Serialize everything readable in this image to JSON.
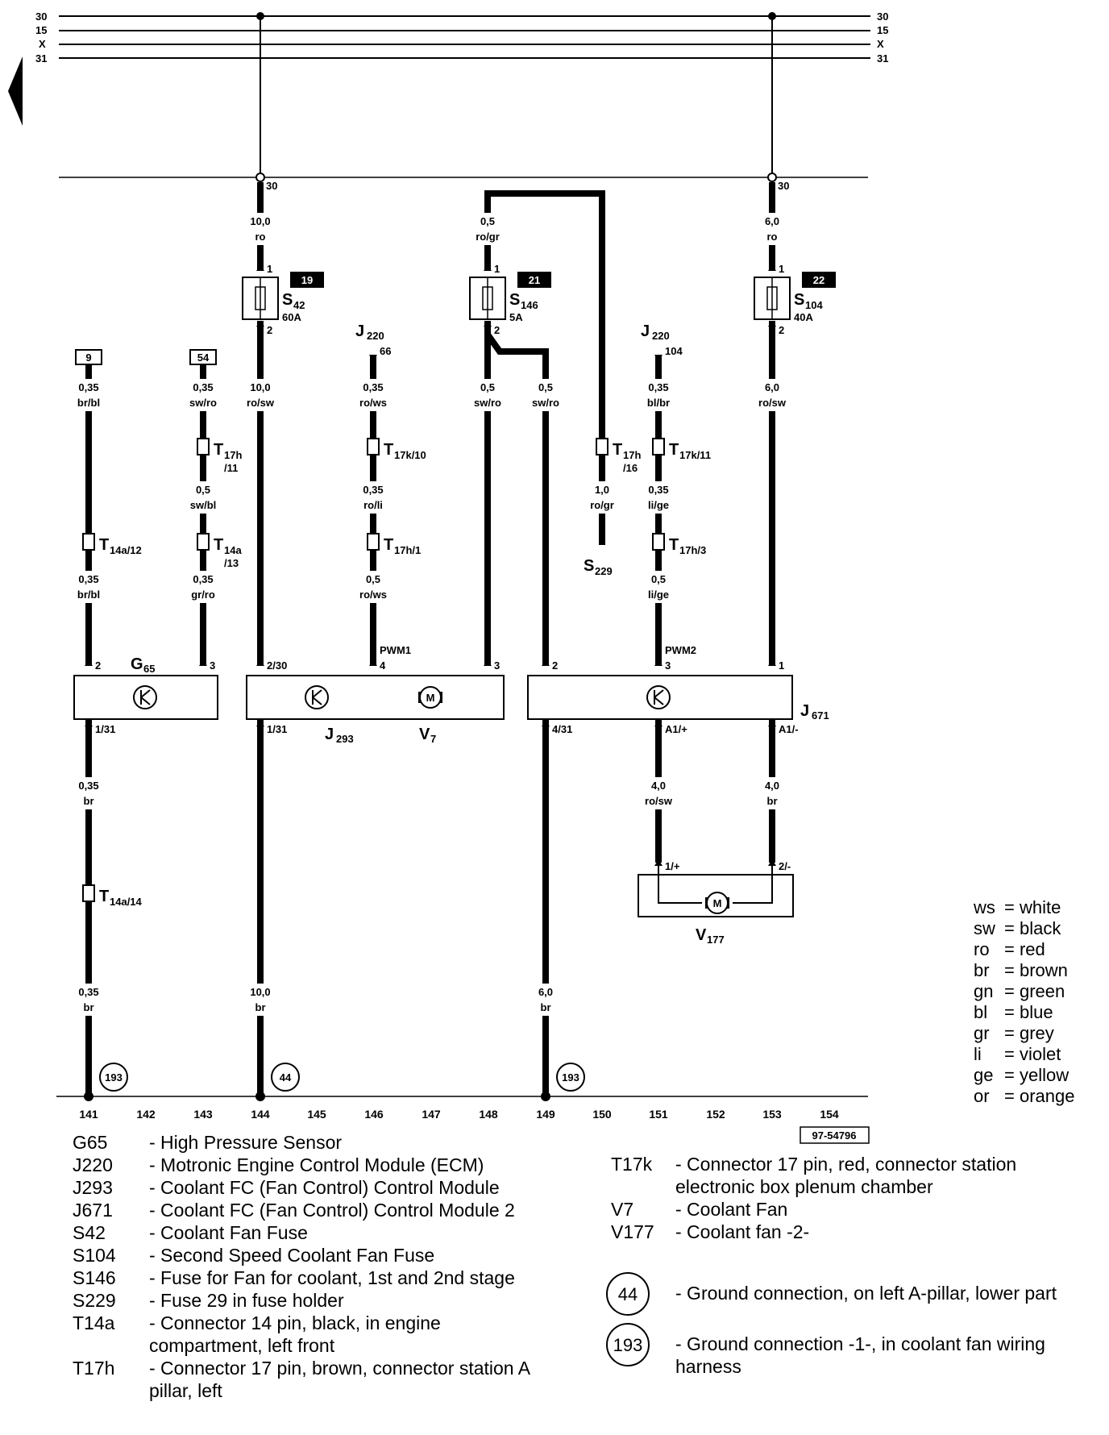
{
  "bus": {
    "left": [
      "30",
      "15",
      "X",
      "31"
    ],
    "right": [
      "30",
      "15",
      "X",
      "31"
    ],
    "terminal30": "30"
  },
  "fuses": [
    {
      "num": "19",
      "name": "S",
      "sub": "42",
      "rating": "60A",
      "pin_in": "1",
      "pin_out": "2"
    },
    {
      "num": "21",
      "name": "S",
      "sub": "146",
      "rating": "5A",
      "pin_in": "1",
      "pin_out": "2"
    },
    {
      "num": "22",
      "name": "S",
      "sub": "104",
      "rating": "40A",
      "pin_in": "1",
      "pin_out": "2"
    }
  ],
  "ref_boxes": [
    "9",
    "54"
  ],
  "j220": [
    {
      "name": "J",
      "sub": "220",
      "pin": "66"
    },
    {
      "name": "J",
      "sub": "220",
      "pin": "104"
    }
  ],
  "wires": [
    {
      "size": "10,0",
      "color": "ro"
    },
    {
      "size": "0,5",
      "color": "ro/gr"
    },
    {
      "size": "6,0",
      "color": "ro"
    },
    {
      "size": "0,35",
      "color": "br/bl"
    },
    {
      "size": "0,35",
      "color": "sw/ro"
    },
    {
      "size": "10,0",
      "color": "ro/sw"
    },
    {
      "size": "0,35",
      "color": "ro/ws"
    },
    {
      "size": "0,5",
      "color": "sw/ro"
    },
    {
      "size": "0,5",
      "color": "sw/ro"
    },
    {
      "size": "0,35",
      "color": "bl/br"
    },
    {
      "size": "6,0",
      "color": "ro/sw"
    },
    {
      "size": "0,5",
      "color": "sw/bl"
    },
    {
      "size": "0,35",
      "color": "ro/li"
    },
    {
      "size": "1,0",
      "color": "ro/gr"
    },
    {
      "size": "0,35",
      "color": "li/ge"
    },
    {
      "size": "0,35",
      "color": "br/bl"
    },
    {
      "size": "0,35",
      "color": "gr/ro"
    },
    {
      "size": "0,5",
      "color": "ro/ws"
    },
    {
      "size": "0,5",
      "color": "li/ge"
    },
    {
      "size": "0,35",
      "color": "br"
    },
    {
      "size": "4,0",
      "color": "ro/sw"
    },
    {
      "size": "4,0",
      "color": "br"
    },
    {
      "size": "0,35",
      "color": "br"
    },
    {
      "size": "10,0",
      "color": "br"
    },
    {
      "size": "6,0",
      "color": "br"
    }
  ],
  "connectors": [
    {
      "name": "T",
      "sub": "17h",
      "extra": "/11"
    },
    {
      "name": "T",
      "sub": "17k/10",
      "extra": ""
    },
    {
      "name": "T",
      "sub": "17h",
      "extra": "/16"
    },
    {
      "name": "T",
      "sub": "17k/11",
      "extra": ""
    },
    {
      "name": "T",
      "sub": "14a/12",
      "extra": ""
    },
    {
      "name": "T",
      "sub": "14a",
      "extra": "/13"
    },
    {
      "name": "T",
      "sub": "17h/1",
      "extra": ""
    },
    {
      "name": "T",
      "sub": "17h/3",
      "extra": ""
    },
    {
      "name": "T",
      "sub": "14a/14",
      "extra": ""
    }
  ],
  "splice": {
    "name": "S",
    "sub": "229"
  },
  "modules": {
    "g65": {
      "name": "G",
      "sub": "65"
    },
    "j293": {
      "name": "J",
      "sub": "293"
    },
    "v7": {
      "name": "V",
      "sub": "7"
    },
    "j671": {
      "name": "J",
      "sub": "671"
    },
    "v177": {
      "name": "V",
      "sub": "177"
    }
  },
  "pins": {
    "g65_in2": "2",
    "g65_in3": "3",
    "j293_in": "2/30",
    "j293_in4": "4",
    "j293_in3": "3",
    "pwm1": "PWM1",
    "j671_in2": "2",
    "j671_in3": "3",
    "j671_in1": "1",
    "pwm2": "PWM2",
    "g65_out": "1/31",
    "j293_out": "1/31",
    "j671_out": "4/31",
    "j671_a1p": "A1/+",
    "j671_a1m": "A1/-",
    "v177_p": "1/+",
    "v177_m": "2/-",
    "motor": "M"
  },
  "grounds": [
    "193",
    "44",
    "193"
  ],
  "columns": [
    "141",
    "142",
    "143",
    "144",
    "145",
    "146",
    "147",
    "148",
    "149",
    "150",
    "151",
    "152",
    "153",
    "154"
  ],
  "drawing_id": "97-54796",
  "color_codes": [
    {
      "code": "ws",
      "name": "white"
    },
    {
      "code": "sw",
      "name": "black"
    },
    {
      "code": "ro",
      "name": "red"
    },
    {
      "code": "br",
      "name": "brown"
    },
    {
      "code": "gn",
      "name": "green"
    },
    {
      "code": "bl",
      "name": "blue"
    },
    {
      "code": "gr",
      "name": "grey"
    },
    {
      "code": "li",
      "name": "violet"
    },
    {
      "code": "ge",
      "name": "yellow"
    },
    {
      "code": "or",
      "name": "orange"
    }
  ],
  "legend_left": [
    {
      "code": "G65",
      "desc": "- High Pressure Sensor"
    },
    {
      "code": "J220",
      "desc": "- Motronic Engine Control Module (ECM)"
    },
    {
      "code": "J293",
      "desc": "- Coolant FC (Fan Control) Control Module"
    },
    {
      "code": "J671",
      "desc": "- Coolant FC (Fan Control) Control Module 2"
    },
    {
      "code": "S42",
      "desc": "- Coolant Fan Fuse"
    },
    {
      "code": "S104",
      "desc": "- Second Speed Coolant Fan Fuse"
    },
    {
      "code": "S146",
      "desc": "- Fuse for Fan for coolant, 1st and 2nd stage"
    },
    {
      "code": "S229",
      "desc": "- Fuse 29 in fuse holder"
    },
    {
      "code": "T14a",
      "desc": "- Connector 14 pin, black, in engine compartment, left front"
    },
    {
      "code": "T17h",
      "desc": "- Connector 17 pin, brown, connector station A pillar, left"
    }
  ],
  "legend_right": [
    {
      "code": "T17k",
      "desc": "- Connector 17 pin, red, connector station electronic box plenum chamber"
    },
    {
      "code": "V7",
      "desc": "- Coolant Fan"
    },
    {
      "code": "V177",
      "desc": "- Coolant fan -2-"
    }
  ],
  "legend_grounds": [
    {
      "code": "44",
      "desc": "- Ground connection, on left A-pillar, lower part"
    },
    {
      "code": "193",
      "desc": "- Ground connection -1-, in coolant fan wiring harness"
    }
  ]
}
